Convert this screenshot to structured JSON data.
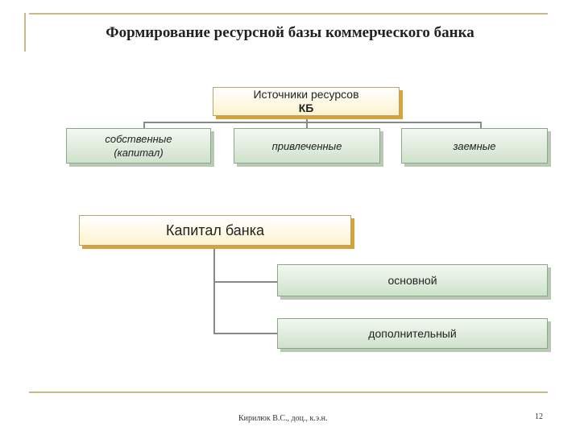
{
  "slide": {
    "title": "Формирование ресурсной базы коммерческого банка",
    "footer_author": "Кирилюк В.С., доц., к.э.н.",
    "page_number": "12"
  },
  "diagram": {
    "sources_root": {
      "line1": "Источники ресурсов",
      "line2": "КБ"
    },
    "sources": [
      {
        "line1": "собственные",
        "line2": "(капитал)"
      },
      {
        "line1": "привлеченные"
      },
      {
        "line1": "заемные"
      }
    ],
    "capital_root": "Капитал банка",
    "capital_parts": [
      "основной",
      "дополнительный"
    ]
  },
  "colors": {
    "yellow_box_shadow": "#d8a23a",
    "green_box_fill": "#cfe2cc",
    "frame": "#c9b98a"
  }
}
